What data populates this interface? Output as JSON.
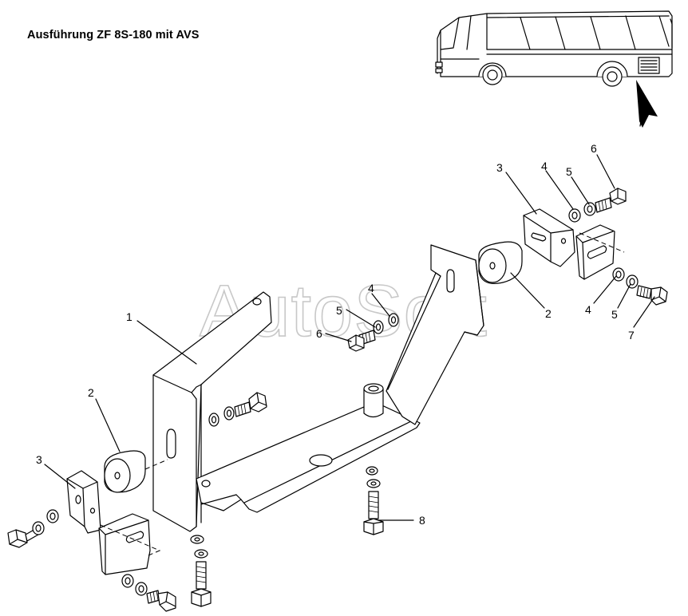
{
  "title": "Ausführung ZF 8S-180 mit AVS",
  "watermark": "AutoSoft",
  "callouts": {
    "c1": "1",
    "c2_left": "2",
    "c2_right": "2",
    "c3_left": "3",
    "c3_right": "3",
    "c4_center": "4",
    "c4_top": "4",
    "c4_right": "4",
    "c5_center": "5",
    "c5_top": "5",
    "c5_right": "5",
    "c6_center": "6",
    "c6_top": "6",
    "c7": "7",
    "c8": "8"
  }
}
